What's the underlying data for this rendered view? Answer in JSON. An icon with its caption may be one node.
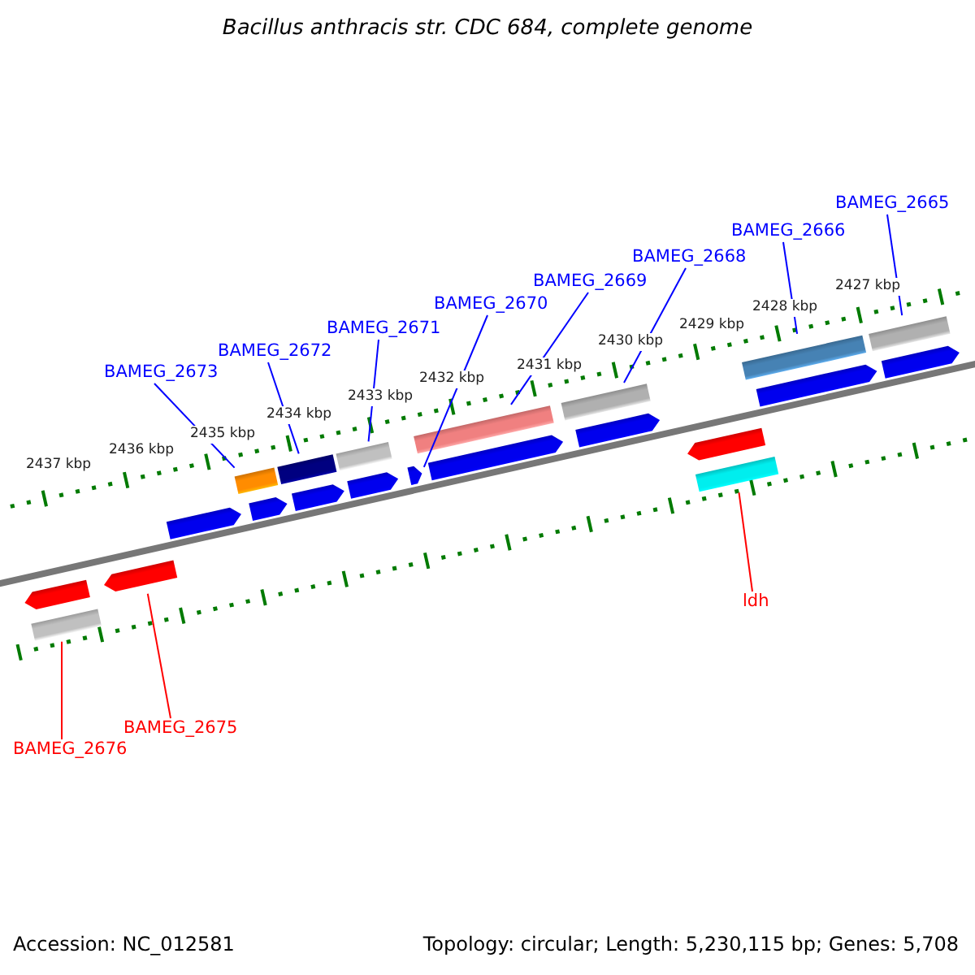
{
  "diagram": {
    "title": "Bacillus anthracis str. CDC 684, complete genome",
    "nodes": [
      {
        "text": [
          "BAMEG_2673"
        ]
      },
      {
        "text": [
          "BAMEG_2672"
        ]
      },
      {
        "text": [
          "BAMEG_2671"
        ]
      },
      {
        "text": [
          "BAMEG_2670"
        ]
      },
      {
        "text": [
          "BAMEG_2669"
        ]
      },
      {
        "text": [
          "BAMEG_2668"
        ]
      },
      {
        "text": [
          "BAMEG_2666"
        ]
      },
      {
        "text": [
          "BAMEG_2665"
        ]
      },
      {
        "text": [
          "ldh"
        ]
      },
      {
        "text": [
          "BAMEG_2675"
        ]
      },
      {
        "text": [
          "BAMEG_2676"
        ]
      },
      {
        "text": [],
        "shape": "arrow"
      },
      {
        "text": [],
        "shape": "arrow"
      },
      {
        "text": [],
        "shape": "arrow"
      },
      {
        "text": [],
        "shape": "arrow"
      },
      {
        "text": [],
        "shape": "arrow"
      },
      {
        "text": [],
        "shape": "arrow"
      },
      {
        "text": [],
        "shape": "arrow"
      },
      {
        "text": [],
        "shape": "arrow"
      },
      {
        "text": [],
        "shape": "arrow"
      },
      {
        "text": [],
        "shape": "arrow"
      },
      {
        "text": [],
        "shape": "arrow"
      },
      {
        "text": [],
        "shape": "arrow"
      }
    ],
    "edges": [
      {
        "from": 0,
        "to": 12,
        "arrow": "none"
      },
      {
        "from": 1,
        "to": 13,
        "arrow": "none"
      },
      {
        "from": 2,
        "to": 14,
        "arrow": "none"
      },
      {
        "from": 3,
        "to": 15,
        "arrow": "none"
      },
      {
        "from": 4,
        "to": 16,
        "arrow": "none"
      },
      {
        "from": 5,
        "to": 17,
        "arrow": "none"
      },
      {
        "from": 6,
        "to": 18,
        "arrow": "none"
      },
      {
        "from": 7,
        "to": 19,
        "arrow": "none"
      },
      {
        "from": 8,
        "to": 22,
        "arrow": "none",
        "color": "#ff0000"
      },
      {
        "from": 9,
        "to": 21,
        "arrow": "none",
        "color": "#ff0000"
      },
      {
        "from": 10,
        "to": 20,
        "arrow": "none",
        "color": "#ff0000"
      }
    ],
    "labels": [
      "2427 kbp",
      "2428 kbp",
      "2429 kbp",
      "2430 kbp",
      "2431 kbp",
      "2432 kbp",
      "2433 kbp",
      "2434 kbp",
      "2435 kbp",
      "2436 kbp",
      "2437 kbp",
      "Accession: NC_012581",
      "Topology: circular; Length: 5,230,115 bp; Genes: 5,708"
    ]
  }
}
